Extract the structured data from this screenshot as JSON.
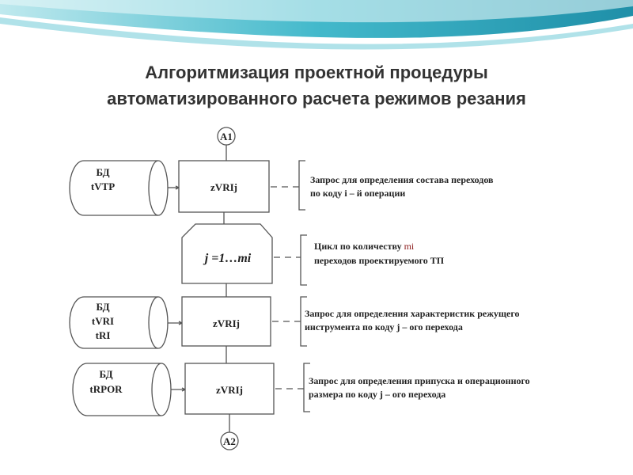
{
  "title": {
    "line1": "Алгоритмизация проектной процедуры",
    "line2": "автоматизированного расчета режимов резания"
  },
  "connectors": {
    "start": "A1",
    "end": "A2"
  },
  "databases": [
    {
      "lines": [
        "БД",
        "tVTP"
      ]
    },
    {
      "lines": [
        "БД",
        "tVRI",
        "tRI"
      ]
    },
    {
      "lines": [
        "БД",
        "tRPOR"
      ]
    }
  ],
  "blocks": {
    "query1": "zVRIj",
    "loop": "j =1…mi",
    "query2": "zVRIj",
    "query3": "zVRIj"
  },
  "comments": {
    "c1": [
      "Запрос для определения состава переходов",
      "по коду i – й операции"
    ],
    "c2a": "Цикл по количеству ",
    "c2var": "mi",
    "c2b": "переходов проектируемого ТП",
    "c3": [
      "Запрос для определения характеристик режущего",
      "инструмента по коду j – ого перехода"
    ],
    "c4": [
      "Запрос для определения припуска и операционного",
      "размера по коду j – ого перехода"
    ]
  },
  "colors": {
    "accent": "#8b1a1a",
    "swoosh": "#3fb8c8"
  }
}
